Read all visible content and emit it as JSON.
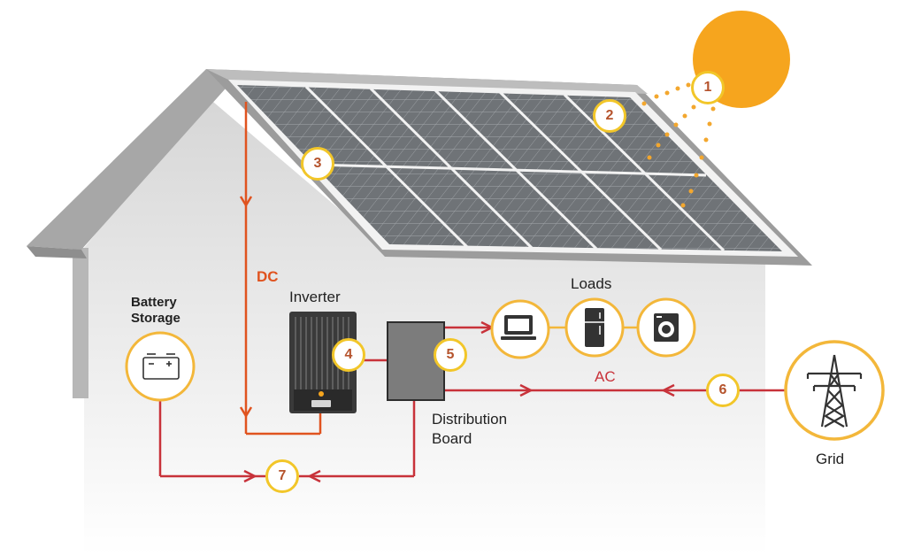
{
  "labels": {
    "dc": "DC",
    "inverter": "Inverter",
    "battery_line1": "Battery",
    "battery_line2": "Storage",
    "loads": "Loads",
    "ac": "AC",
    "distribution_line1": "Distribution",
    "distribution_line2": "Board",
    "grid": "Grid"
  },
  "badges": [
    "1",
    "2",
    "3",
    "4",
    "5",
    "6",
    "7"
  ],
  "colors": {
    "sun": "#f6a51e",
    "badge_border": "#f2c629",
    "badge_text": "#b5532c",
    "dc_line": "#e0531f",
    "ac_line": "#c8323a",
    "ring": "#f3b73a",
    "house_wall": "#dcdcdc",
    "roof": "#a9a9a9",
    "panel": "#777a7e"
  },
  "icons": [
    "sun-icon",
    "solar-panel-icon",
    "inverter-icon",
    "battery-icon",
    "computer-icon",
    "refrigerator-icon",
    "washing-machine-icon",
    "transmission-tower-icon"
  ]
}
